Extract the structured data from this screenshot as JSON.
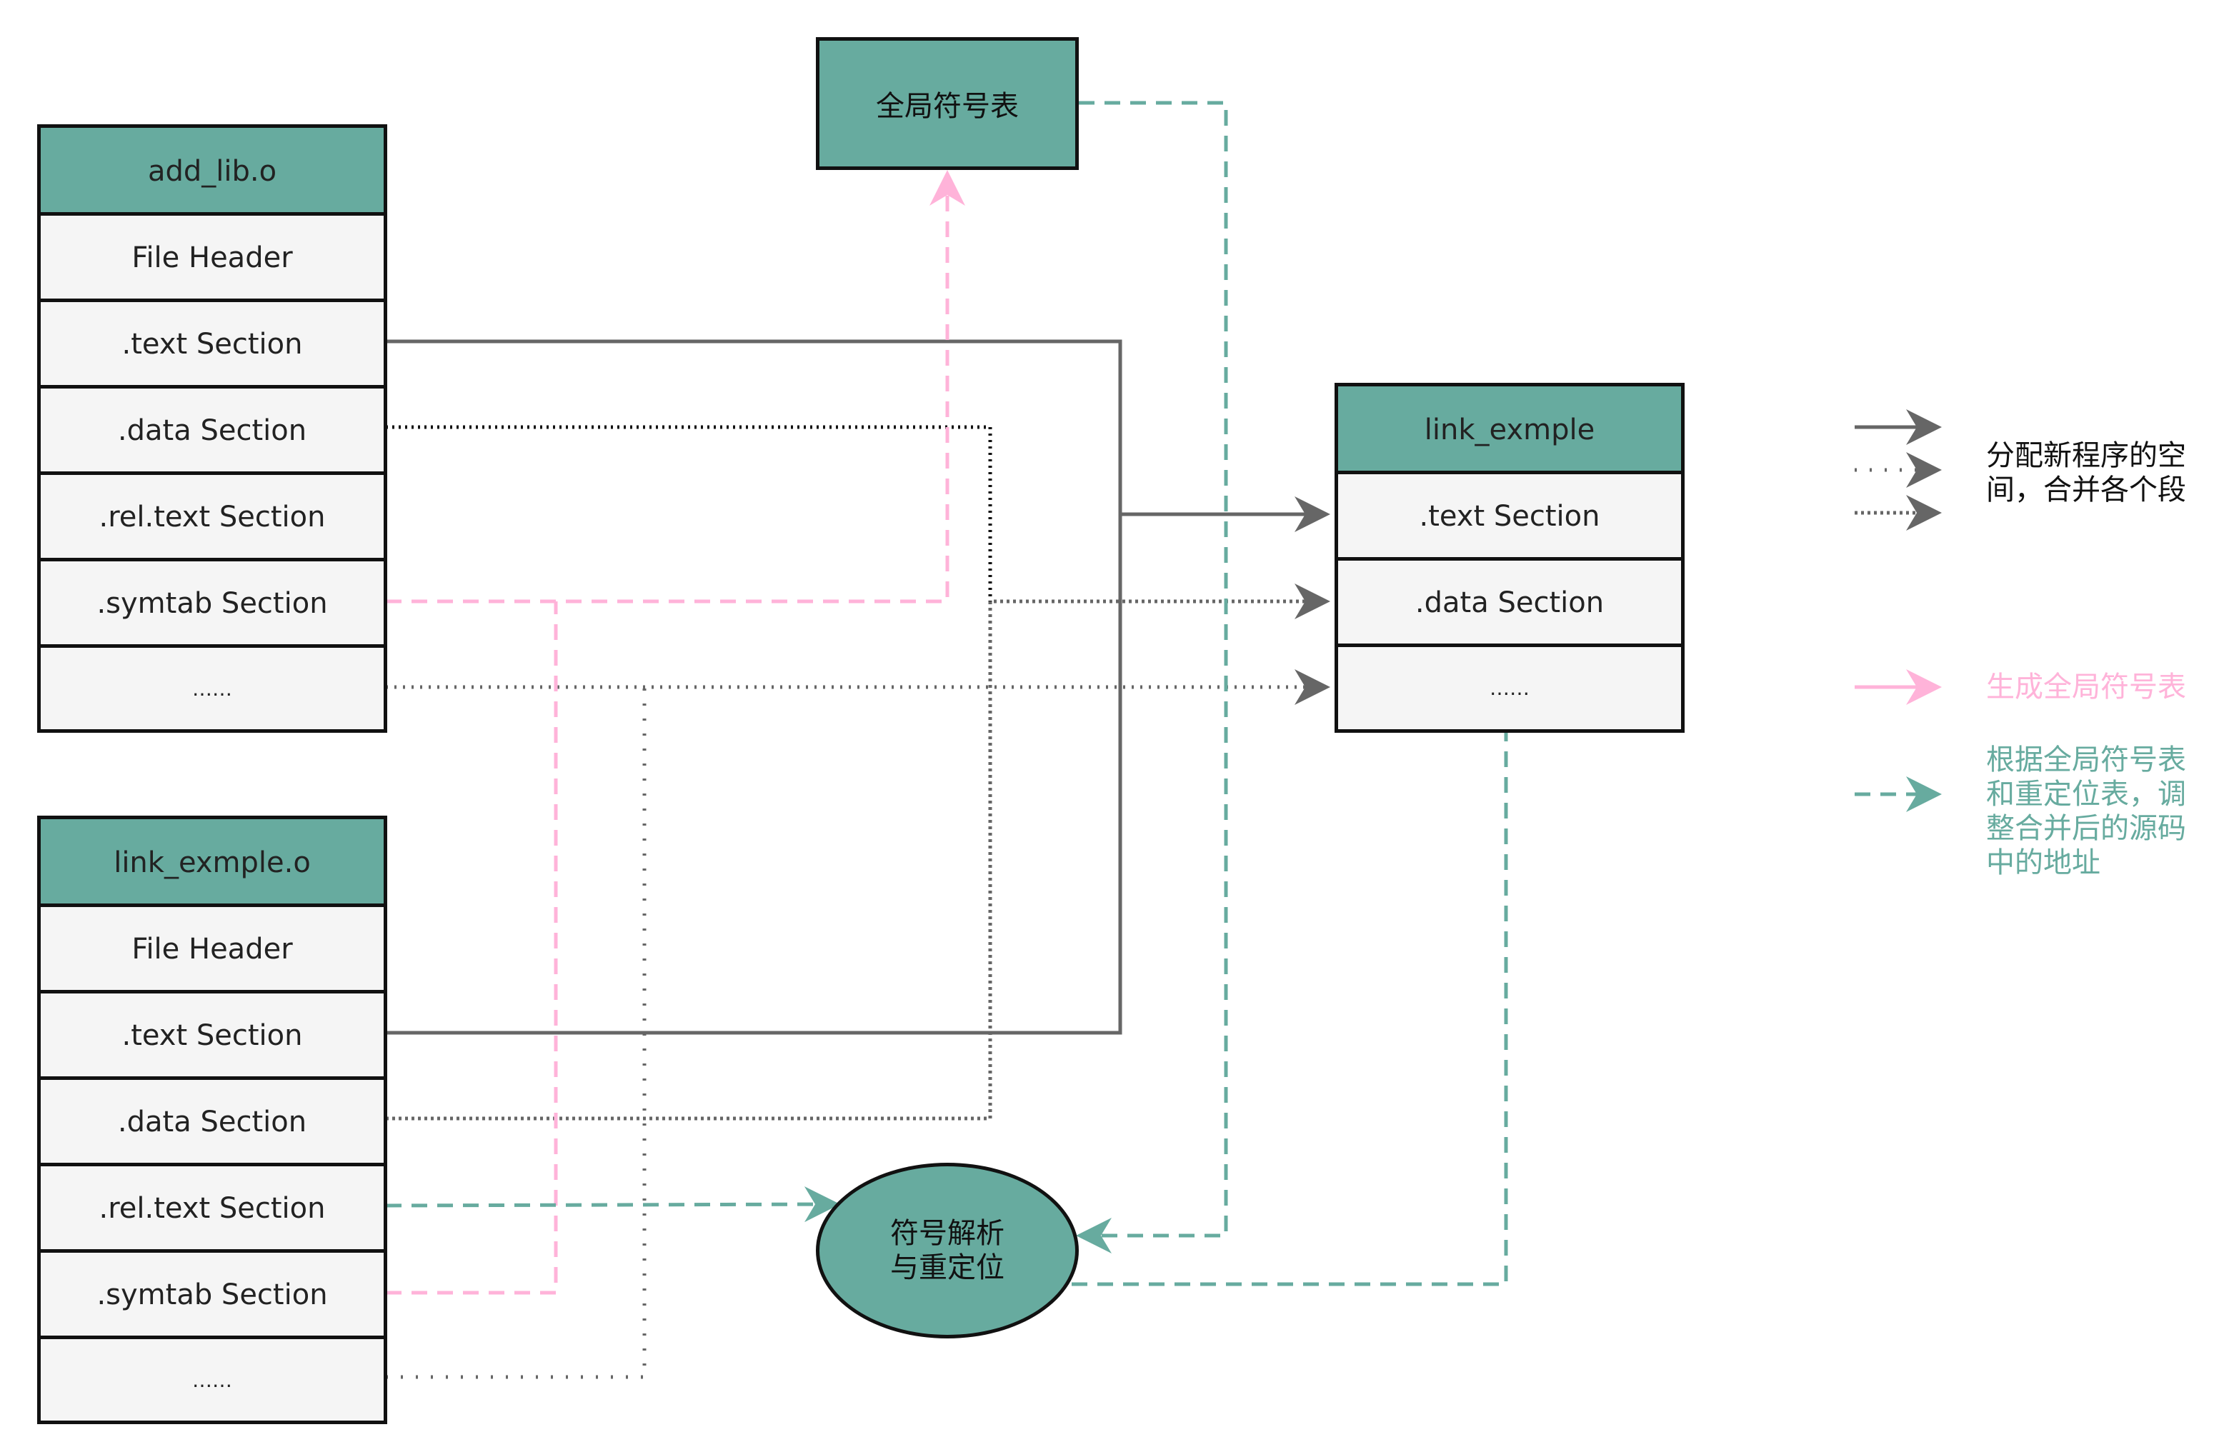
{
  "add_lib": {
    "title": "add_lib.o",
    "rows": [
      "File Header",
      ".text Section",
      ".data Section",
      ".rel.text Section",
      ".symtab Section",
      "……"
    ]
  },
  "link_exmple_o": {
    "title": "link_exmple.o",
    "rows": [
      "File Header",
      ".text Section",
      ".data Section",
      ".rel.text Section",
      ".symtab Section",
      "……"
    ]
  },
  "link_exmple": {
    "title": "link_exmple",
    "rows": [
      ".text Section",
      ".data Section",
      "……"
    ]
  },
  "global_symbol_table": {
    "label": "全局符号表"
  },
  "resolve": {
    "line1": "符号解析",
    "line2": "与重定位"
  },
  "legend": {
    "merge": {
      "line1": "分配新程序的空",
      "line2": "间，合并各个段",
      "color": "#666666"
    },
    "gen_symtab": {
      "label": "生成全局符号表",
      "color": "#ffb3d9"
    },
    "relocate": {
      "line1": "根据全局符号表",
      "line2": "和重定位表，调",
      "line3": "整合并后的源码",
      "line4": "中的地址",
      "color": "#67ab9f"
    }
  },
  "colors": {
    "teal": "#67ab9f",
    "pink": "#ffb3d9",
    "gray": "#666666",
    "cell_bg": "#f5f5f5"
  }
}
